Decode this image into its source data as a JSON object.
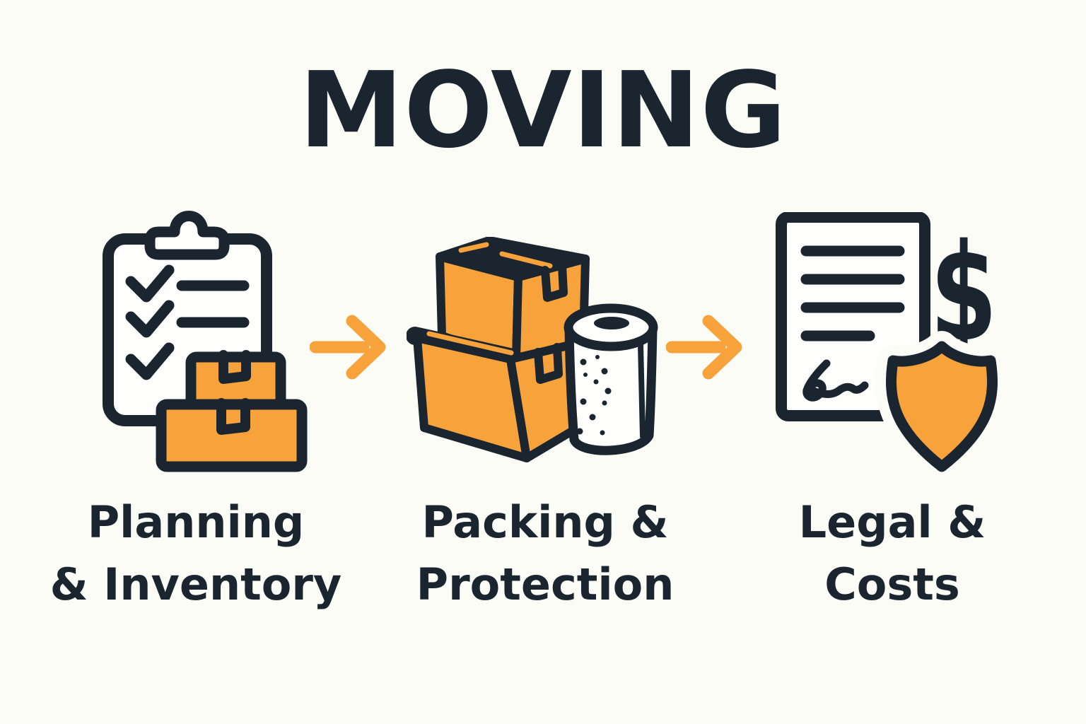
{
  "title": "MOVING",
  "colors": {
    "background": "#FCFCF7",
    "ink": "#1A2530",
    "accent": "#F7A23B",
    "paper": "#FEFEFC"
  },
  "stages": [
    {
      "name": "planning-inventory",
      "icon": "clipboard-checklist-boxes-icon",
      "label_line1": "Planning",
      "label_line2": "& Inventory"
    },
    {
      "name": "packing-protection",
      "icon": "moving-boxes-bubble-wrap-icon",
      "label_line1": "Packing &",
      "label_line2": "Protection"
    },
    {
      "name": "legal-costs",
      "icon": "contract-dollar-shield-icon",
      "label_line1": "Legal &",
      "label_line2": "Costs"
    }
  ],
  "icon_details": {
    "dollar_glyph": "$"
  },
  "connectors": [
    {
      "type": "arrow-right"
    },
    {
      "type": "arrow-right"
    }
  ]
}
